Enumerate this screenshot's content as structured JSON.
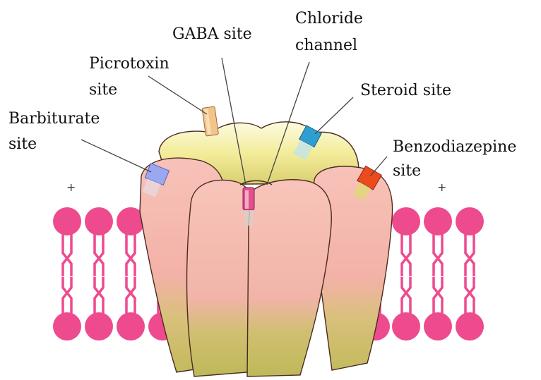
{
  "labels": {
    "gaba": "GABA site",
    "chloride_line1": "Chloride",
    "chloride_line2": "channel",
    "picrotoxin_line1": "Picrotoxin",
    "picrotoxin_line2": "site",
    "steroid": "Steroid site",
    "barbiturate_line1": "Barbiturate",
    "barbiturate_line2": "site",
    "benzodiazepine_line1": "Benzodiazepine",
    "benzodiazepine_line2": "site"
  },
  "charges": {
    "left": "+",
    "right": "+"
  },
  "colors": {
    "lipid_head": "#ee4a8e",
    "lipid_tail": "#ee4a8e",
    "receptor_pink": "#f7b8b0",
    "receptor_olive": "#c9c26a",
    "receptor_yellow": "#f3ed9a",
    "picrotoxin_site": "#f0c48a",
    "steroid_site": "#3aa7d6",
    "barbiturate_site": "#9aa8f0",
    "benzodiazepine_site": "#ec4b1e",
    "gaba_site": "#e0508a"
  }
}
